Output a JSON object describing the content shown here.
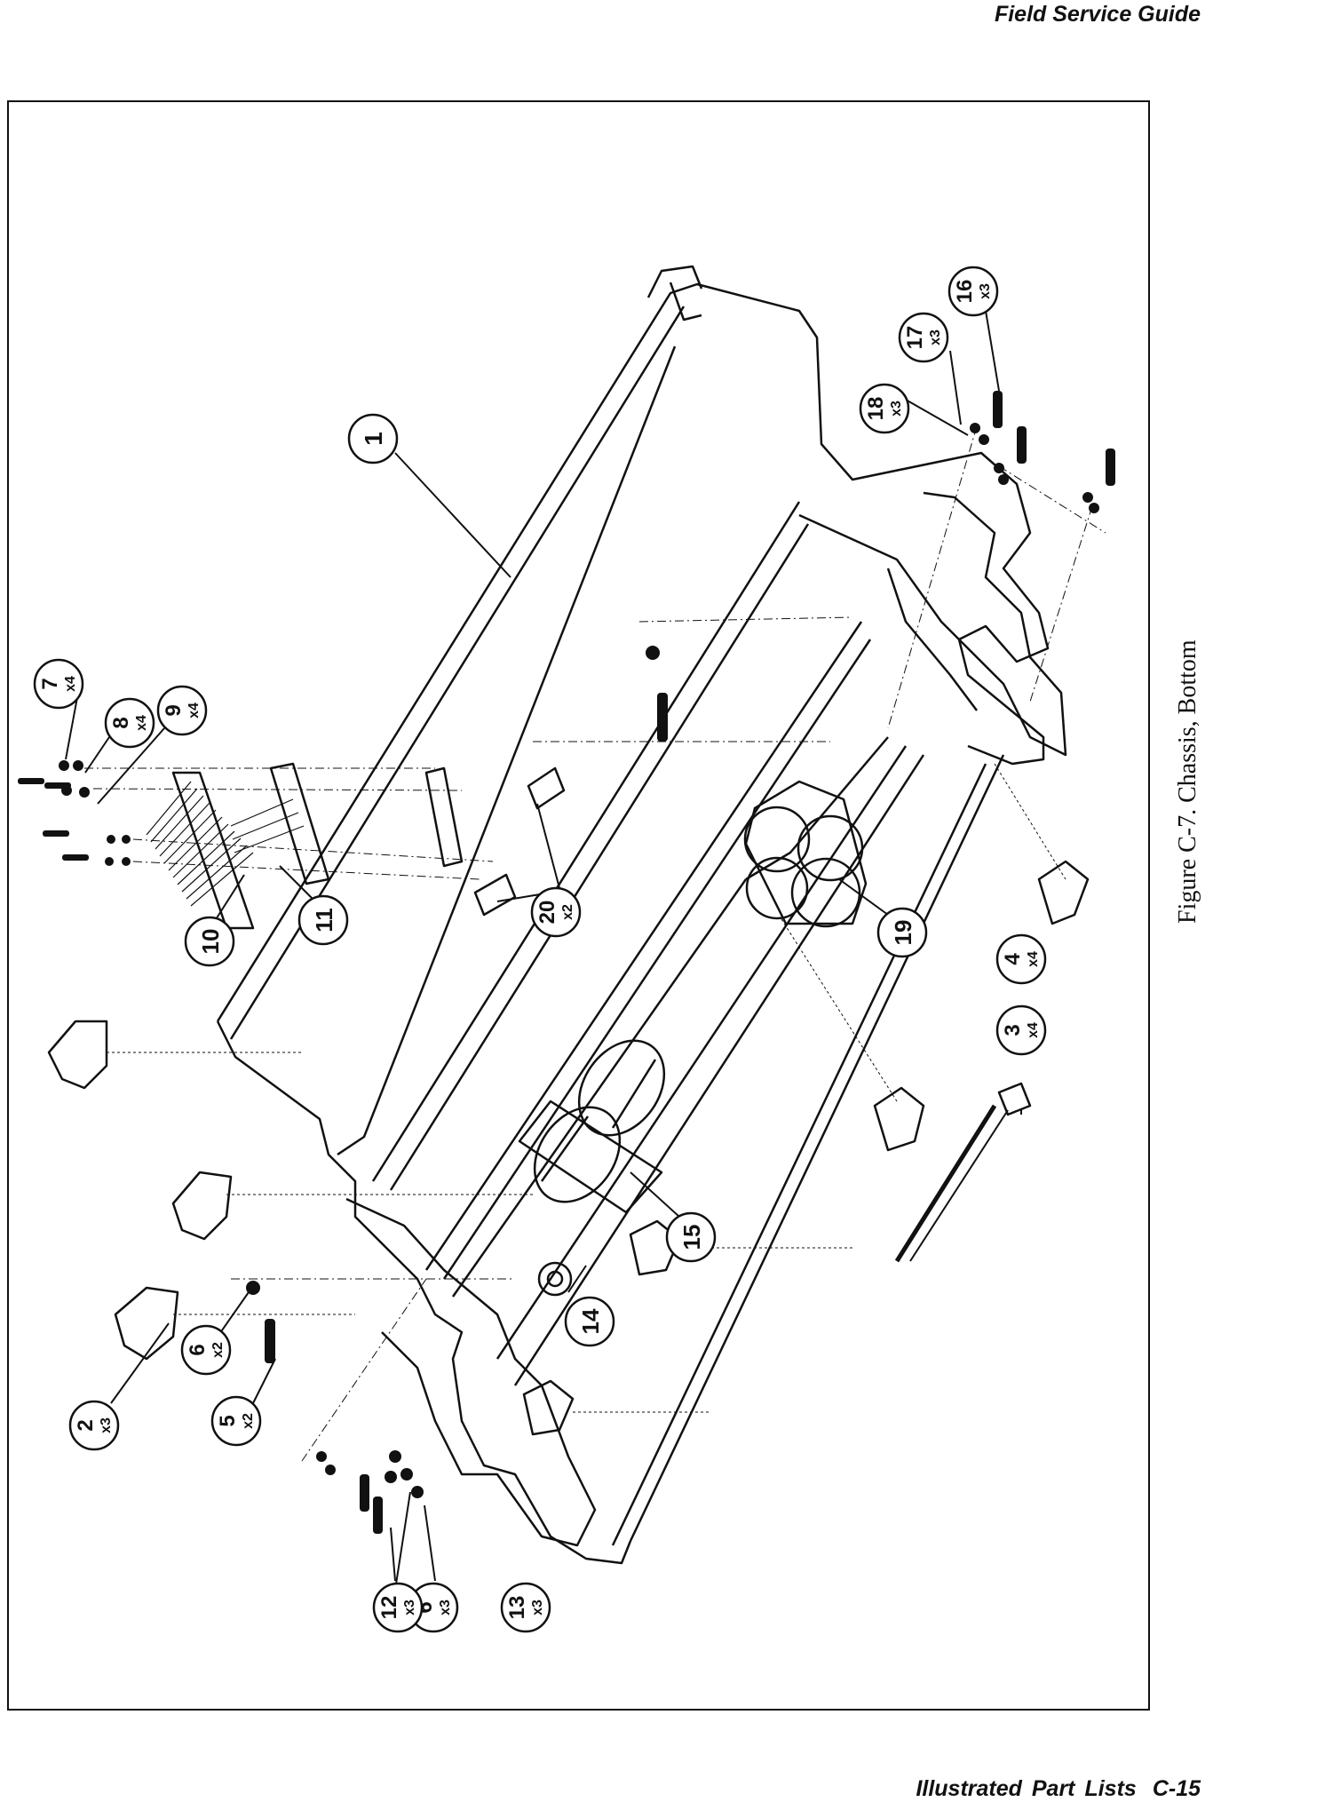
{
  "page": {
    "header": "Field Service Guide",
    "footer_section": "Illustrated Part Lists",
    "footer_page": "C-15",
    "figure_caption": "Figure C-7.  Chassis, Bottom"
  },
  "callouts": [
    {
      "num": "1",
      "qty": ""
    },
    {
      "num": "2",
      "qty": "x3"
    },
    {
      "num": "3",
      "qty": "x4"
    },
    {
      "num": "4",
      "qty": "x4"
    },
    {
      "num": "5",
      "qty": "x2"
    },
    {
      "num": "6",
      "qty": "x2"
    },
    {
      "num": "6",
      "qty": "x3"
    },
    {
      "num": "7",
      "qty": "x4"
    },
    {
      "num": "8",
      "qty": "x4"
    },
    {
      "num": "9",
      "qty": "x4"
    },
    {
      "num": "10",
      "qty": ""
    },
    {
      "num": "11",
      "qty": ""
    },
    {
      "num": "12",
      "qty": "x3"
    },
    {
      "num": "13",
      "qty": "x3"
    },
    {
      "num": "14",
      "qty": ""
    },
    {
      "num": "15",
      "qty": ""
    },
    {
      "num": "16",
      "qty": "x3"
    },
    {
      "num": "17",
      "qty": "x3"
    },
    {
      "num": "18",
      "qty": "x3"
    },
    {
      "num": "19",
      "qty": ""
    },
    {
      "num": "20",
      "qty": "x2"
    }
  ]
}
